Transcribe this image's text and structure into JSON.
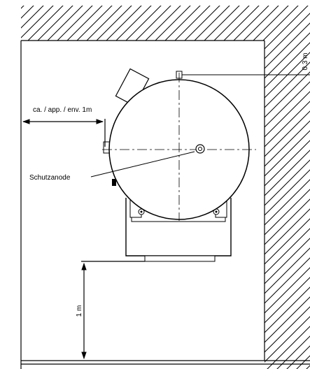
{
  "labels": {
    "side_clearance": "ca. / app. / env. 1m",
    "top_clearance": "0.3 m",
    "bottom_clearance": "1 m",
    "anode": "Schutzanode"
  }
}
